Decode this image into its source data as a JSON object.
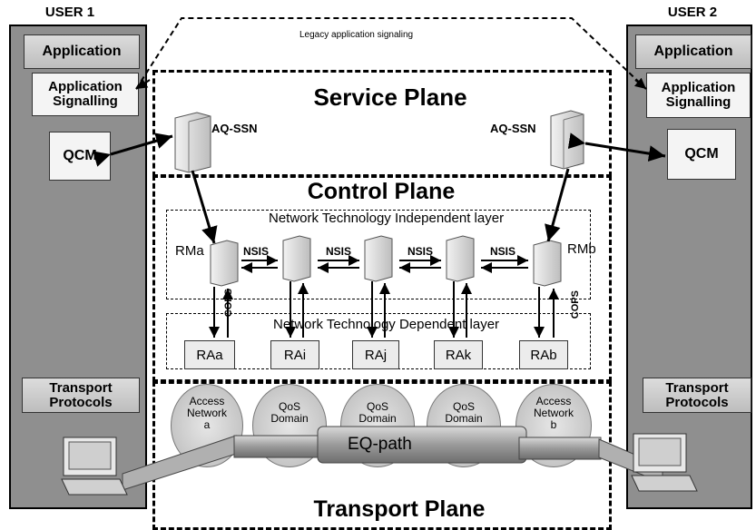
{
  "users": {
    "user1": {
      "label": "USER 1",
      "application": "Application",
      "app_signalling": "Application Signalling",
      "qcm": "QCM",
      "transport": "Transport Protocols"
    },
    "user2": {
      "label": "USER 2",
      "application": "Application",
      "app_signalling": "Application Signalling",
      "qcm": "QCM",
      "transport": "Transport Protocols"
    }
  },
  "legacy_signaling": "Legacy application signaling",
  "planes": {
    "service": "Service Plane",
    "control": "Control Plane",
    "transport": "Transport Plane"
  },
  "layers": {
    "independent": "Network Technology Independent layer",
    "dependent": "Network Technology Dependent layer"
  },
  "aqssn": [
    "AQ-SSN",
    "AQ-SSN"
  ],
  "rm": {
    "left": "RMa",
    "right": "RMb"
  },
  "nsis": [
    "NSIS",
    "NSIS",
    "NSIS",
    "NSIS"
  ],
  "cops": [
    "COPS",
    "COPS"
  ],
  "ra": [
    "RAa",
    "RAi",
    "RAj",
    "RAk",
    "RAb"
  ],
  "domains": [
    {
      "line1": "Access",
      "line2": "Network",
      "line3": "a"
    },
    {
      "line1": "QoS",
      "line2": "Domain",
      "line3": ""
    },
    {
      "line1": "QoS",
      "line2": "Domain",
      "line3": ""
    },
    {
      "line1": "QoS",
      "line2": "Domain",
      "line3": ""
    },
    {
      "line1": "Access",
      "line2": "Network",
      "line3": "b"
    }
  ],
  "eq_path": "EQ-path"
}
